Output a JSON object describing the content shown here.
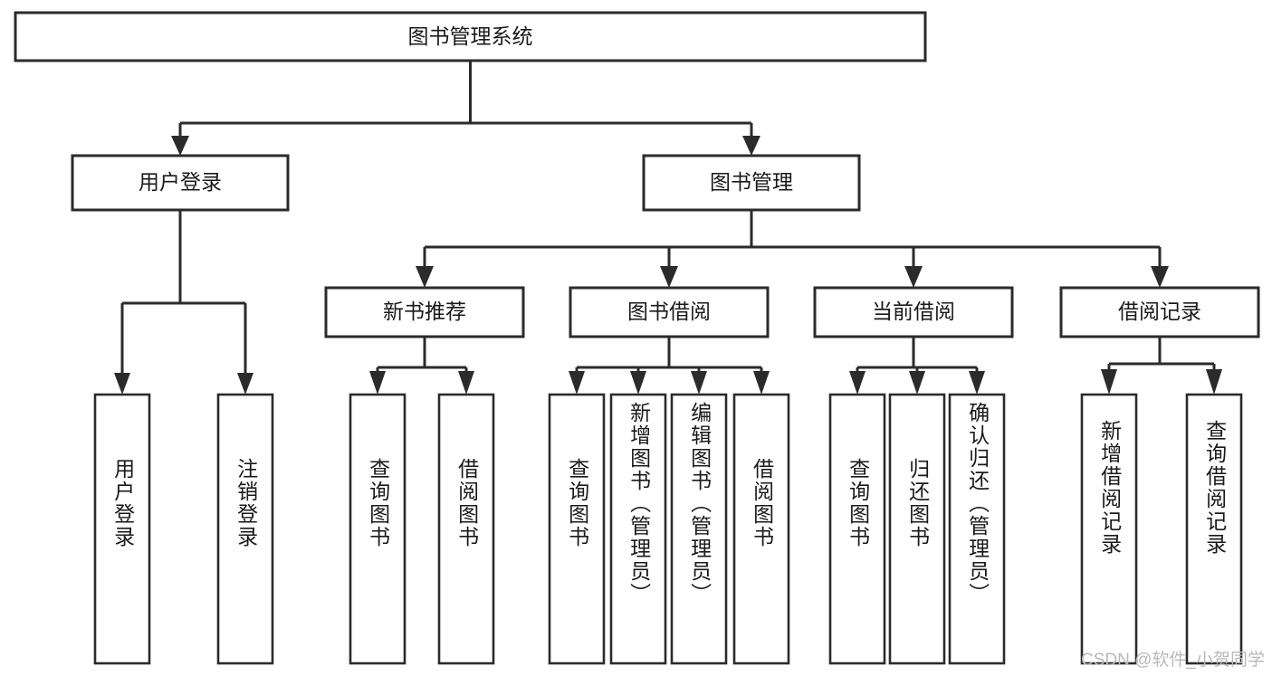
{
  "diagram": {
    "title": "图书管理系统",
    "type": "tree",
    "colors": {
      "stroke": "#2b2b2b",
      "fill": "#ffffff",
      "text": "#1a1a1a",
      "watermark": "#b9b9b9",
      "background": "#ffffff"
    },
    "root": {
      "label": "图书管理系统"
    },
    "level2": [
      {
        "label": "用户登录"
      },
      {
        "label": "图书管理"
      }
    ],
    "level3": [
      {
        "label": "新书推荐"
      },
      {
        "label": "图书借阅"
      },
      {
        "label": "当前借阅"
      },
      {
        "label": "借阅记录"
      }
    ],
    "leaves": {
      "user_login": [
        {
          "label": "用户登录"
        },
        {
          "label": "注销登录"
        }
      ],
      "new_book_recommend": [
        {
          "label": "查询图书"
        },
        {
          "label": "借阅图书"
        }
      ],
      "book_borrow": [
        {
          "label": "查询图书"
        },
        {
          "label": "新增图书（管理员）"
        },
        {
          "label": "编辑图书（管理员）"
        },
        {
          "label": "借阅图书"
        }
      ],
      "current_borrow": [
        {
          "label": "查询图书"
        },
        {
          "label": "归还图书"
        },
        {
          "label": "确认归还（管理员）"
        }
      ],
      "borrow_record": [
        {
          "label": "新增借阅记录"
        },
        {
          "label": "查询借阅记录"
        }
      ]
    }
  },
  "watermark": {
    "text": "CSDN @软件_小贺同学"
  }
}
